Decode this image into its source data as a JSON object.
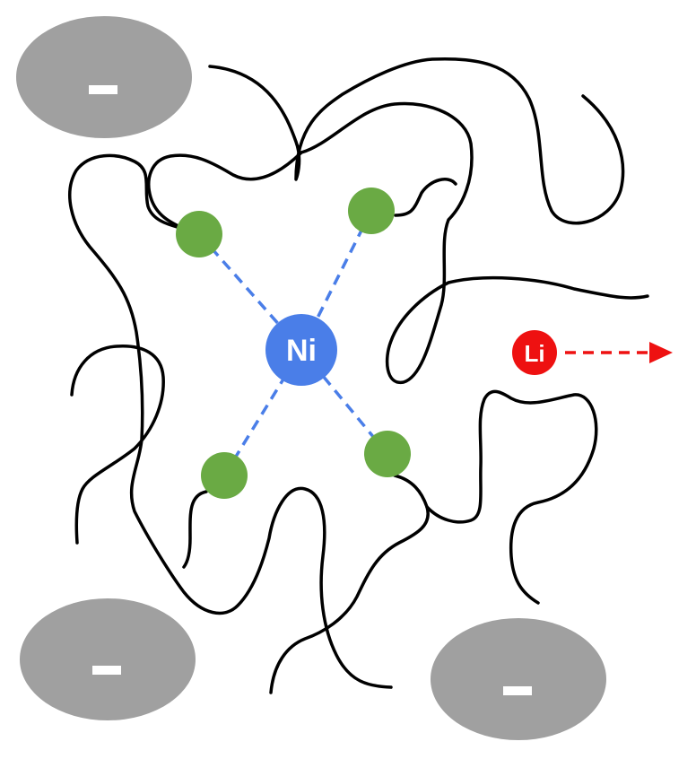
{
  "diagram": {
    "center_ion": {
      "label": "Ni",
      "color": "#4a7ee8"
    },
    "coordinating_sites": {
      "count": 4,
      "color": "#6aaa44",
      "bond_color": "#4a7ee8",
      "bond_style": "dashed"
    },
    "mobile_ion": {
      "label": "Li",
      "color": "#ee1111",
      "arrow_direction": "right",
      "arrow_style": "dashed"
    },
    "anions": [
      {
        "label": "−",
        "color": "#a0a0a0"
      },
      {
        "label": "−",
        "color": "#a0a0a0"
      },
      {
        "label": "−",
        "color": "#a0a0a0"
      }
    ],
    "chain_color": "#000000"
  }
}
